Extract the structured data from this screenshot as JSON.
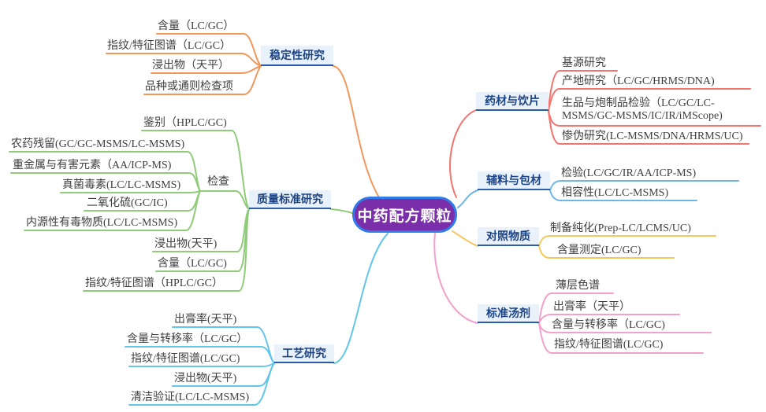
{
  "center": {
    "label": "中药配方颗粒"
  },
  "ui": {
    "canvas_bg": "#FFFFFF",
    "node_bg": "#E9F1FB",
    "node_text": "#1C4383",
    "node_underline": "#2A5CAA",
    "center_bg": "#7B2EA9",
    "center_border": "#2F7CE8",
    "center_text": "#FFFFFF",
    "leaf_text": "#3F3F3F"
  },
  "branches": [
    {
      "label": "稳定性研究",
      "color": "#F0975C",
      "children": [
        {
          "text": "含量（LC/GC）"
        },
        {
          "text": "指纹/特征图谱（LC/GC）"
        },
        {
          "text": "浸出物（天平）"
        },
        {
          "text": "品种或通则检查项"
        }
      ]
    },
    {
      "label": "质量标准研究",
      "color": "#8FCB79",
      "children": [
        {
          "text": "鉴别（HPLC/GC)"
        },
        {
          "text": "检查",
          "children": [
            {
              "text": "农药残留(GC/GC-MSMS/LC-MSMS)"
            },
            {
              "text": "重金属与有害元素（AA/ICP-MS)"
            },
            {
              "text": "真菌毒素(LC/LC-MSMS)"
            },
            {
              "text": "二氧化硫(GC/IC)"
            },
            {
              "text": "内源性有毒物质(LC/LC-MSMS)"
            }
          ]
        },
        {
          "text": "浸出物(天平)"
        },
        {
          "text": "含量（LC/GC)"
        },
        {
          "text": "指纹/特征图谱（HPLC/GC）"
        }
      ]
    },
    {
      "label": "工艺研究",
      "color": "#63C6E8",
      "children": [
        {
          "text": "出膏率(天平)"
        },
        {
          "text": "含量与转移率（LC/GC）"
        },
        {
          "text": "指纹/特征图谱(LC/GC)"
        },
        {
          "text": "浸出物(天平)"
        },
        {
          "text": "清洁验证(LC/LC-MSMS)"
        }
      ]
    },
    {
      "label": "药材与饮片",
      "color": "#F3736E",
      "children": [
        {
          "text": "基源研究"
        },
        {
          "text": "产地研究（LC/GC/HRMS/DNA)"
        },
        {
          "text": "生品与炮制品检验（LC/GC/LC-MSMS/GC-MSMS/IC/IR/iMScope)"
        },
        {
          "text": "惨伪研究(LC-MSMS/DNA/HRMS/UC)"
        }
      ]
    },
    {
      "label": "辅料与包材",
      "color": "#6EB6E8",
      "children": [
        {
          "text": "检验(LC/GC/IR/AA/ICP-MS)"
        },
        {
          "text": "相容性(LC/LC-MSMS)"
        }
      ]
    },
    {
      "label": "对照物质",
      "color": "#F5C75E",
      "children": [
        {
          "text": "制备纯化(Prep-LC/LCMS/UC)"
        },
        {
          "text": "含量测定(LC/GC)"
        }
      ]
    },
    {
      "label": "标准汤剂",
      "color": "#F2A0CC",
      "children": [
        {
          "text": "薄层色谱"
        },
        {
          "text": "出膏率（天平）"
        },
        {
          "text": "含量与转移率（LC/GC)"
        },
        {
          "text": "指纹/特征图谱(LC/GC)"
        }
      ]
    }
  ]
}
